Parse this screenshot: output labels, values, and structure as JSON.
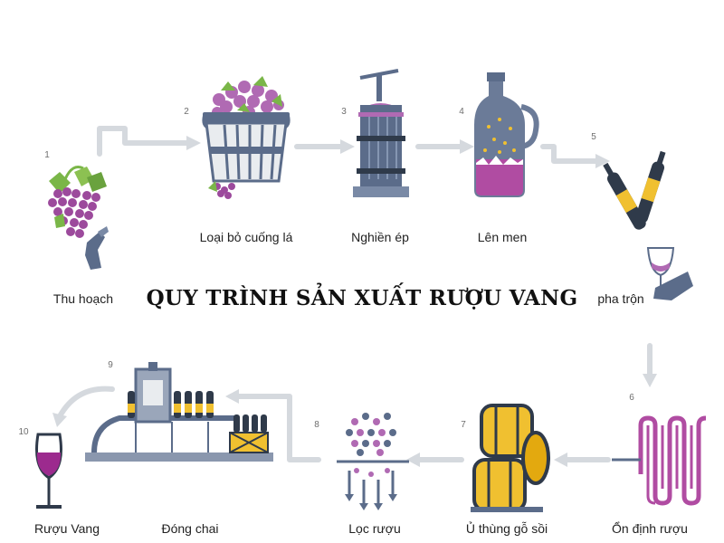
{
  "title": "QUY TRÌNH SẢN XUẤT RƯỢU VANG",
  "steps": [
    {
      "number": "1",
      "label": "Thu hoạch",
      "icon": "grape-harvest-icon"
    },
    {
      "number": "2",
      "label": "Loại bỏ cuống lá",
      "icon": "grape-basket-icon"
    },
    {
      "number": "3",
      "label": "Nghiền ép",
      "icon": "wine-press-icon"
    },
    {
      "number": "4",
      "label": "Lên men",
      "icon": "fermentation-jug-icon"
    },
    {
      "number": "5",
      "label": "pha trộn",
      "icon": "blending-bottles-icon"
    },
    {
      "number": "6",
      "label": "Ổn định rượu",
      "icon": "stabilization-coil-icon"
    },
    {
      "number": "7",
      "label": "Ủ thùng gỗ sồi",
      "icon": "oak-barrels-icon"
    },
    {
      "number": "8",
      "label": "Lọc rượu",
      "icon": "filter-icon"
    },
    {
      "number": "9",
      "label": "Đóng chai",
      "icon": "bottling-machine-icon"
    },
    {
      "number": "10",
      "label": "Rượu Vang",
      "icon": "wine-glass-icon"
    }
  ],
  "colors": {
    "grape": "#9c4a9c",
    "leaf": "#7ab648",
    "slate": "#5b6c8a",
    "arrow": "#d5d9de",
    "gold": "#f0c030",
    "dark": "#2f3a4a"
  }
}
